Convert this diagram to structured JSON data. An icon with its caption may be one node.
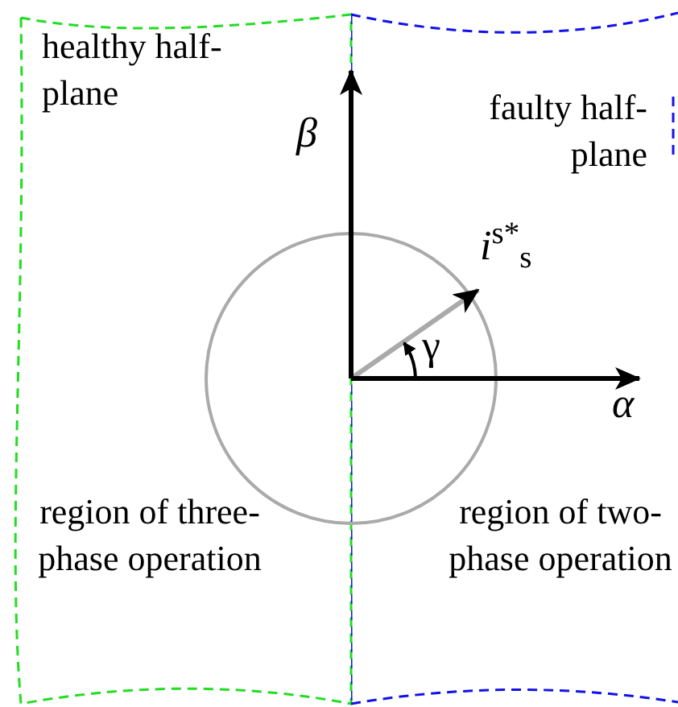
{
  "diagram": {
    "nodes": [
      {
        "text": [
          "healthy half-plane",
          "region of three-phase operation"
        ]
      },
      {
        "text": [
          "faulty half-plane",
          "region of two-phase operation"
        ]
      }
    ],
    "labels": [
      "β",
      "*i*$^{s*}$$_{s}$",
      "γ",
      "α"
    ]
  }
}
